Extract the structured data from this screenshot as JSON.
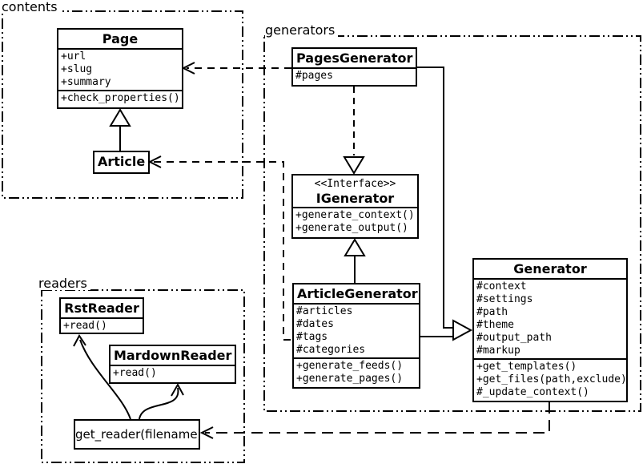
{
  "diagram": {
    "kind": "uml-class-diagram",
    "colors": {
      "line": "#000000",
      "background": "#ffffff"
    }
  },
  "packages": {
    "contents": {
      "label": "contents"
    },
    "generators": {
      "label": "generators"
    },
    "readers": {
      "label": "readers"
    }
  },
  "classes": {
    "page": {
      "title": "Page",
      "attributes": [
        "+url",
        "+slug",
        "+summary"
      ],
      "methods": [
        "+check_properties()"
      ]
    },
    "article": {
      "title": "Article"
    },
    "pages_generator": {
      "title": "PagesGenerator",
      "attributes": [
        "#pages"
      ]
    },
    "igenerator": {
      "stereotype": "<<Interface>>",
      "title": "IGenerator",
      "methods": [
        "+generate_context()",
        "+generate_output()"
      ]
    },
    "article_generator": {
      "title": "ArticleGenerator",
      "attributes": [
        "#articles",
        "#dates",
        "#tags",
        "#categories"
      ],
      "methods": [
        "+generate_feeds()",
        "+generate_pages()"
      ]
    },
    "generator": {
      "title": "Generator",
      "attributes": [
        "#context",
        "#settings",
        "#path",
        "#theme",
        "#output_path",
        "#markup"
      ],
      "methods": [
        "+get_templates()",
        "+get_files(path,exclude)",
        "#_update_context()"
      ]
    },
    "rst_reader": {
      "title": "RstReader",
      "methods": [
        "+read()"
      ]
    },
    "mardown_reader": {
      "title": "MardownReader",
      "methods": [
        "+read()"
      ]
    },
    "get_reader": {
      "label": "get_reader(filename)"
    }
  },
  "relationships": [
    {
      "from": "Article",
      "to": "Page",
      "type": "generalization"
    },
    {
      "from": "PagesGenerator",
      "to": "Page",
      "type": "dependency"
    },
    {
      "from": "ArticleGenerator",
      "to": "Article",
      "type": "dependency"
    },
    {
      "from": "PagesGenerator",
      "to": "IGenerator",
      "type": "realization"
    },
    {
      "from": "ArticleGenerator",
      "to": "IGenerator",
      "type": "generalization"
    },
    {
      "from": "PagesGenerator",
      "to": "Generator",
      "type": "generalization"
    },
    {
      "from": "ArticleGenerator",
      "to": "Generator",
      "type": "generalization"
    },
    {
      "from": "Generator",
      "to": "get_reader(filename)",
      "type": "dependency"
    },
    {
      "from": "get_reader(filename)",
      "to": "RstReader",
      "type": "arrow"
    },
    {
      "from": "get_reader(filename)",
      "to": "MardownReader",
      "type": "arrow"
    }
  ]
}
